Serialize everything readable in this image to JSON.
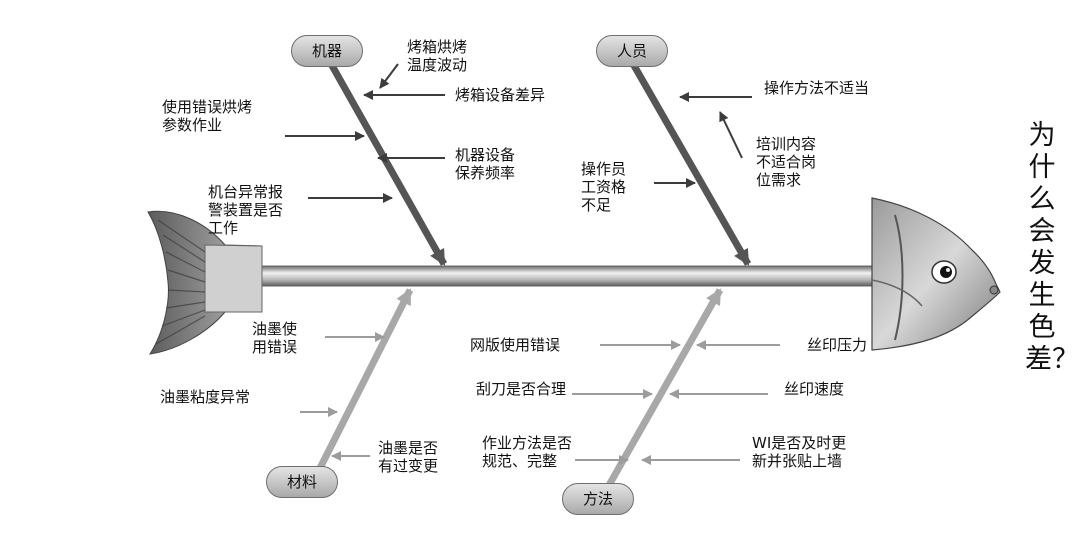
{
  "categories": {
    "machine": "机器",
    "people": "人员",
    "material": "材料",
    "method": "方法"
  },
  "causes": {
    "oven_temp": "烤箱烘烤\n温度波动",
    "oven_diff": "烤箱设备差异",
    "wrong_params": "使用错误烘烤\n参数作业",
    "maint_freq": "机器设备\n保养频率",
    "alarm": "机台异常报\n警装置是否\n工作",
    "op_unsuitable": "操作方法不适当",
    "training": "培训内容\n不适合岗\n位需求",
    "operator_qual": "操作员\n工资格\n不足",
    "ink_wrong": "油墨使\n用错误",
    "ink_viscosity": "油墨粘度异常",
    "ink_change": "油墨是否\n有过变更",
    "screen_wrong": "网版使用错误",
    "print_pressure": "丝印压力",
    "squeegee": "刮刀是否合理",
    "print_speed": "丝印速度",
    "method_standard": "作业方法是否\n规范、完整",
    "wi_update": "WI是否及时更\n新并张贴上墙"
  },
  "effect": "为什么会发生色差？",
  "colors": {
    "upper_bone": "#555555",
    "lower_bone": "#a8a8a8",
    "spine": "#8a8a8a"
  }
}
